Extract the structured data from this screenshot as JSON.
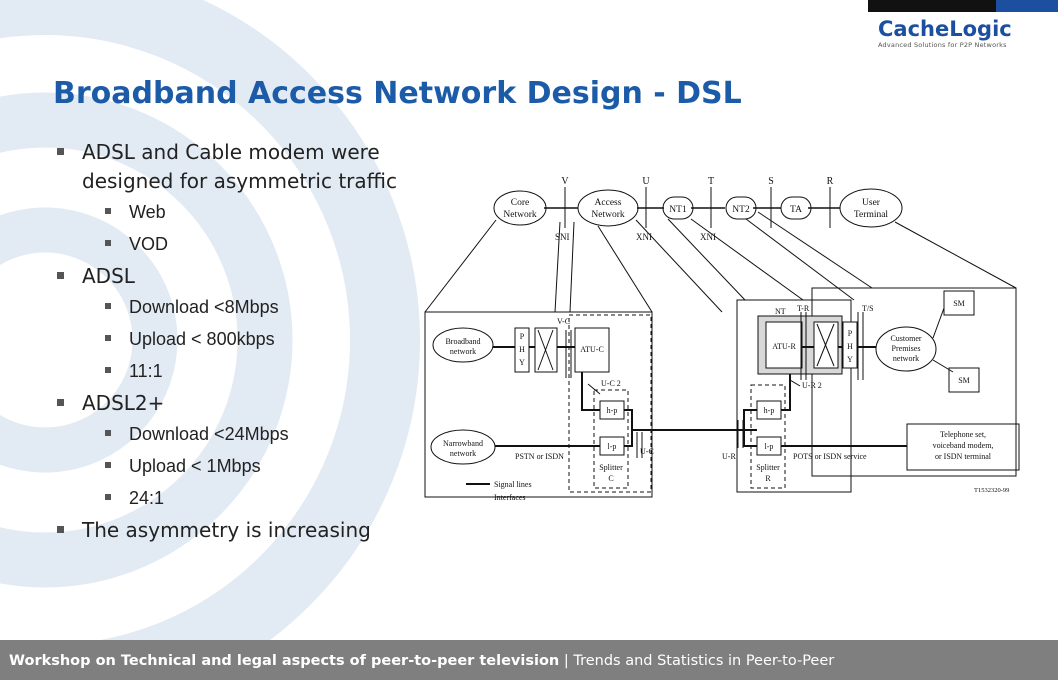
{
  "logo": {
    "part1": "Cache",
    "part2": "Logic",
    "tagline": "Advanced Solutions for P2P Networks"
  },
  "title": "Broadband Access Network Design - DSL",
  "bullets": {
    "adsl_cable": "ADSL and Cable modem were designed for asymmetric traffic",
    "web": "Web",
    "vod": "VOD",
    "adsl": "ADSL",
    "adsl_download": "Download <8Mbps",
    "adsl_upload": "Upload < 800kbps",
    "adsl_ratio": "11:1",
    "adsl2": "ADSL2+",
    "adsl2_download": "Download <24Mbps",
    "adsl2_upload": "Upload < 1Mbps",
    "adsl2_ratio": "24:1",
    "asymmetry": "The asymmetry is increasing"
  },
  "diagram": {
    "ref_v": "V",
    "ref_u": "U",
    "ref_t": "T",
    "ref_s": "S",
    "ref_r": "R",
    "core": [
      "Core",
      "Network"
    ],
    "access": [
      "Access",
      "Network"
    ],
    "nt1": "NT1",
    "nt2": "NT2",
    "ta": "TA",
    "user_terminal": [
      "User",
      "Terminal"
    ],
    "sni": "SNI",
    "xni1": "XNI",
    "xni2": "XNI",
    "broadband": [
      "Broadband",
      "network"
    ],
    "narrowband": [
      "Narrowband",
      "network"
    ],
    "phy": [
      "P",
      "H",
      "Y"
    ],
    "vc": "V-C",
    "atuc": "ATU-C",
    "uc2": "U-C 2",
    "hp": "h-p",
    "lp": "l-p",
    "uc": "U-C",
    "splitter_c": [
      "Splitter",
      "C"
    ],
    "pstn": "PSTN or ISDN",
    "nt": "NT",
    "tr": "T-R",
    "ts": "T/S",
    "atur": "ATU-R",
    "ur2": "U-R 2",
    "ur": "U-R",
    "splitter_r": [
      "Splitter",
      "R"
    ],
    "pots": "POTS or ISDN service",
    "cpn": [
      "Customer",
      "Premises",
      "network"
    ],
    "sm": "SM",
    "telephone": [
      "Telephone set,",
      "voiceband modem,",
      "or ISDN terminal"
    ],
    "legend_signal": "Signal lines",
    "legend_interfaces": "Interfaces",
    "figure_id": "T1532320-99"
  },
  "footer": {
    "bold": "Workshop on Technical and legal aspects of peer-to-peer television",
    "separator": " | ",
    "rest": "Trends and Statistics in Peer-to-Peer"
  },
  "colors": {
    "title": "#1c5ba8",
    "logo": "#1c4fa0",
    "footer_bg": "#7f7f7f",
    "swirl": "#dfe8f3"
  }
}
